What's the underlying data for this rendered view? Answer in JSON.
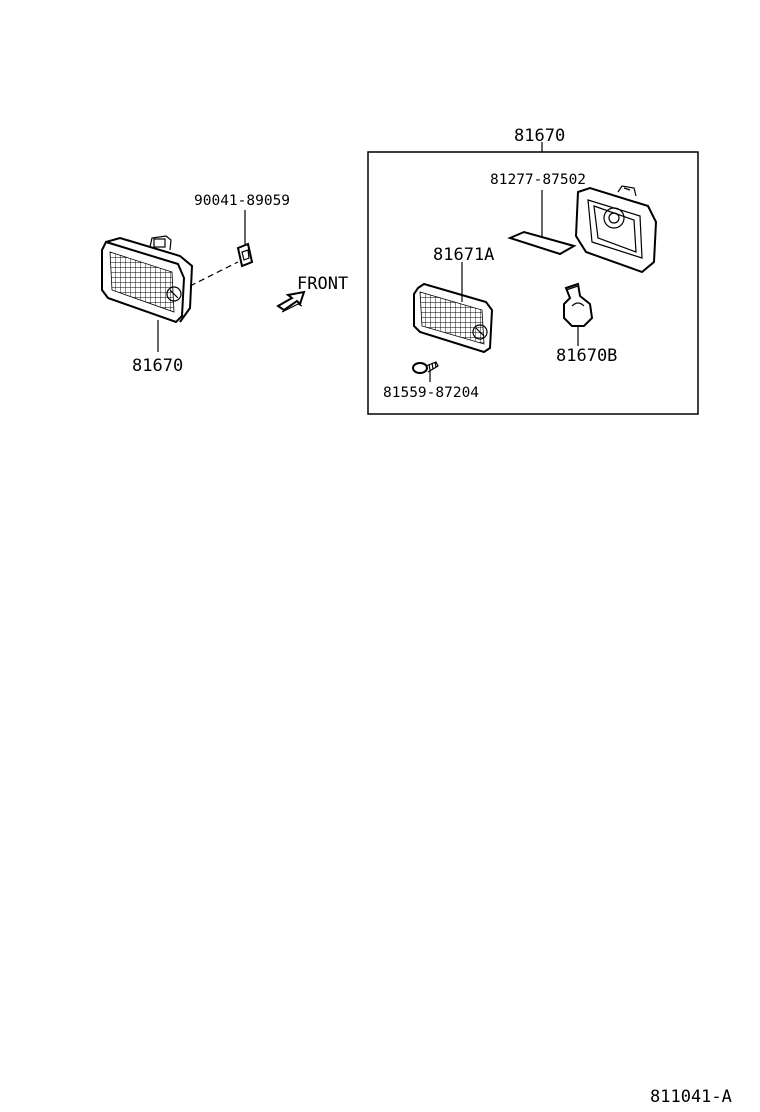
{
  "labels": {
    "clip_part_no": "90041-89059",
    "lamp_left_part_no": "81670",
    "front_text": "FRONT",
    "assy_part_no": "81670",
    "gasket_part_no": "81277-87502",
    "lens_part_no": "81671A",
    "bulb_part_no": "81670B",
    "screw_part_no": "81559-87204",
    "diagram_id": "811041-A"
  }
}
